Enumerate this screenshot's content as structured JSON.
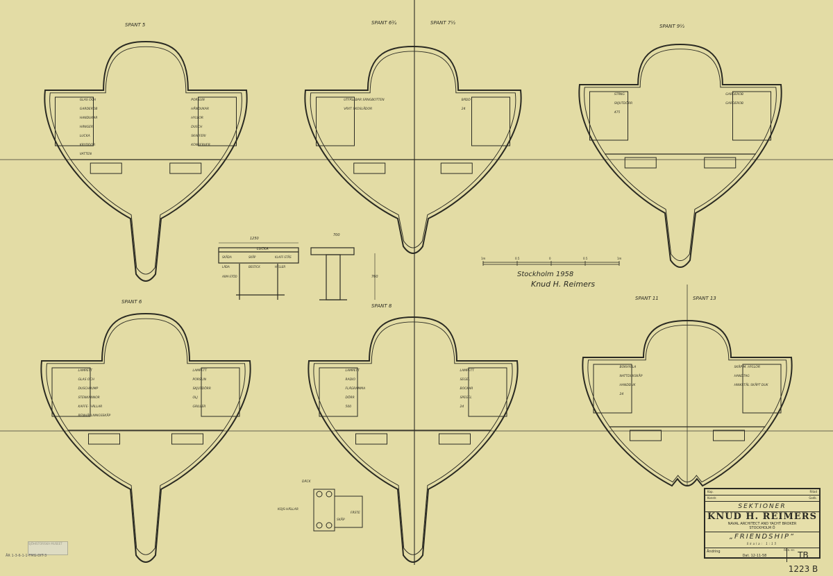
{
  "colors": {
    "paper": "#e3dca5",
    "ink": "#2a2a22"
  },
  "sections": [
    {
      "title": "SPANT 5",
      "labels": [
        "GLAS OCH",
        "PORSLIN",
        "GARDEROB",
        "HÅNDUKAR",
        "HANDUKAR",
        "HYLLOR",
        "HÄNGER",
        "DUSCH",
        "LUCKA",
        "SKAFFERI",
        "KRYDDOR",
        "KONSERVER",
        "VATTEN"
      ]
    },
    {
      "title": "SPANT 6¾",
      "title2": "SPANT 7½",
      "labels": [
        "UTFÄLLBAR SÄNGBOTTEN",
        "BÄDD",
        "VÄXT SKOSLÅDOR",
        "24"
      ]
    },
    {
      "title": "SPANT 9½",
      "labels": [
        "STÄNG",
        "GARDEROB",
        "SKJUTDÖRR",
        "GARDEROB",
        "475"
      ]
    },
    {
      "title": "SPANT 6",
      "labels": [
        "LAMPETT",
        "LAMPETT",
        "GLAS OCH",
        "PORSLIN",
        "DUSCHPUMP",
        "SKJUTDÖRR",
        "STENKANNOR",
        "OLJ",
        "KAFFE- HÄLLAR",
        "GRILLER",
        "RENHÅLLNINGSSKÅP"
      ]
    },
    {
      "title": "SPANT 8",
      "labels": [
        "LAMPETT",
        "LAMPETT",
        "RADIO",
        "SEGEL",
        "FLÄGRAMMA",
        "BOCKAR",
        "DÖRR",
        "SPEGEL",
        "500",
        "24"
      ]
    },
    {
      "title": "SPANT 11",
      "title2": "SPANT 13",
      "labels": [
        "BOKHYLLA",
        "SKÅP M. HYLLOR",
        "NATTDUKSKÅP",
        "HANDTAG",
        "HANDDUK",
        "HINKSTÅL SKÅPT DUK",
        "24"
      ]
    }
  ],
  "table_detail": {
    "dims": [
      "1250",
      "LUCKA",
      "700",
      "760"
    ],
    "labels": [
      "SKÅDA",
      "SKÅP",
      "KLAFF-STÅS",
      "LÄDA",
      "BESTICK",
      "HYLLER",
      "ARM-STÖD"
    ]
  },
  "scale_bar": {
    "ticks": [
      "1m",
      "0.5",
      "0",
      "0.5",
      "1m"
    ]
  },
  "signature": {
    "place_date": "Stockholm 1958",
    "name": "Knud H. Reimers"
  },
  "small_detail": {
    "labels": [
      "DÄCK",
      "KOJS-HÄLLAR",
      "SKÅP",
      "FÄSTE"
    ]
  },
  "title_block": {
    "row_labels": [
      "Kap.",
      "Konstr.",
      "Ritad",
      "Godk."
    ],
    "title": "SEKTIONER",
    "firm": "KNUD H. REIMERS",
    "firm_sub": "NAVAL ARCHITECT AND YACHT BROKER",
    "city": "STOCKHOLM Ö",
    "ship": "„FRIENDSHIP“",
    "scale_label": "Skala: 1:15",
    "change_label": "Ändring",
    "date_label": "Dat. 12-11-58",
    "number_label": "Ritn.-nr.",
    "number": "TB 1223 B"
  },
  "stamp": {
    "text": "SJÖHISTORISKA MUSEET",
    "note": "ÅR 1-3-6-1-1-FMG-DIT-3"
  }
}
